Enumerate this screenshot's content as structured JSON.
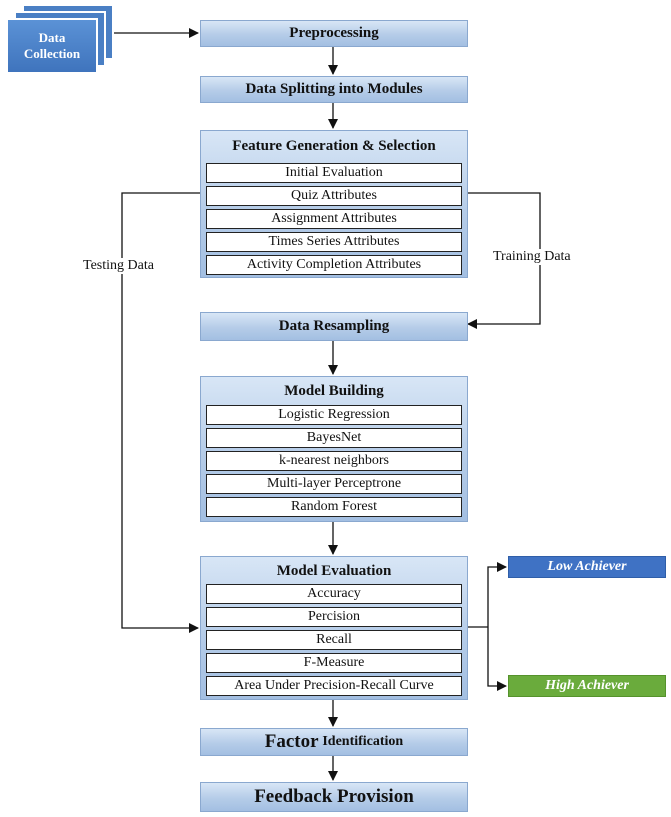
{
  "data_collection": {
    "line1": "Data",
    "line2": "Collection"
  },
  "preprocessing": "Preprocessing",
  "data_splitting": "Data Splitting into Modules",
  "feature_generation": {
    "title": "Feature Generation & Selection",
    "items": [
      "Initial Evaluation",
      "Quiz Attributes",
      "Assignment Attributes",
      "Times Series Attributes",
      "Activity Completion Attributes"
    ]
  },
  "testing_data_label": "Testing Data",
  "training_data_label": "Training  Data",
  "data_resampling": "Data Resampling",
  "model_building": {
    "title": "Model Building",
    "items": [
      "Logistic Regression",
      "BayesNet",
      "k-nearest neighbors",
      "Multi-layer Perceptrone",
      "Random Forest"
    ]
  },
  "model_evaluation": {
    "title": "Model Evaluation",
    "items": [
      "Accuracy",
      "Percision",
      "Recall",
      "F-Measure",
      "Area Under Precision-Recall Curve"
    ]
  },
  "low_achiever": "Low Achiever",
  "high_achiever": "High Achiever",
  "factor_identification": {
    "word1": "Factor",
    "word2": "Identification"
  },
  "feedback_provision": "Feedback Provision",
  "colors": {
    "box_blue": "#b5cce8",
    "low_achiever": "#3f72c4",
    "high_achiever": "#6aab3c",
    "doc_blue": "#4a7fc4"
  }
}
